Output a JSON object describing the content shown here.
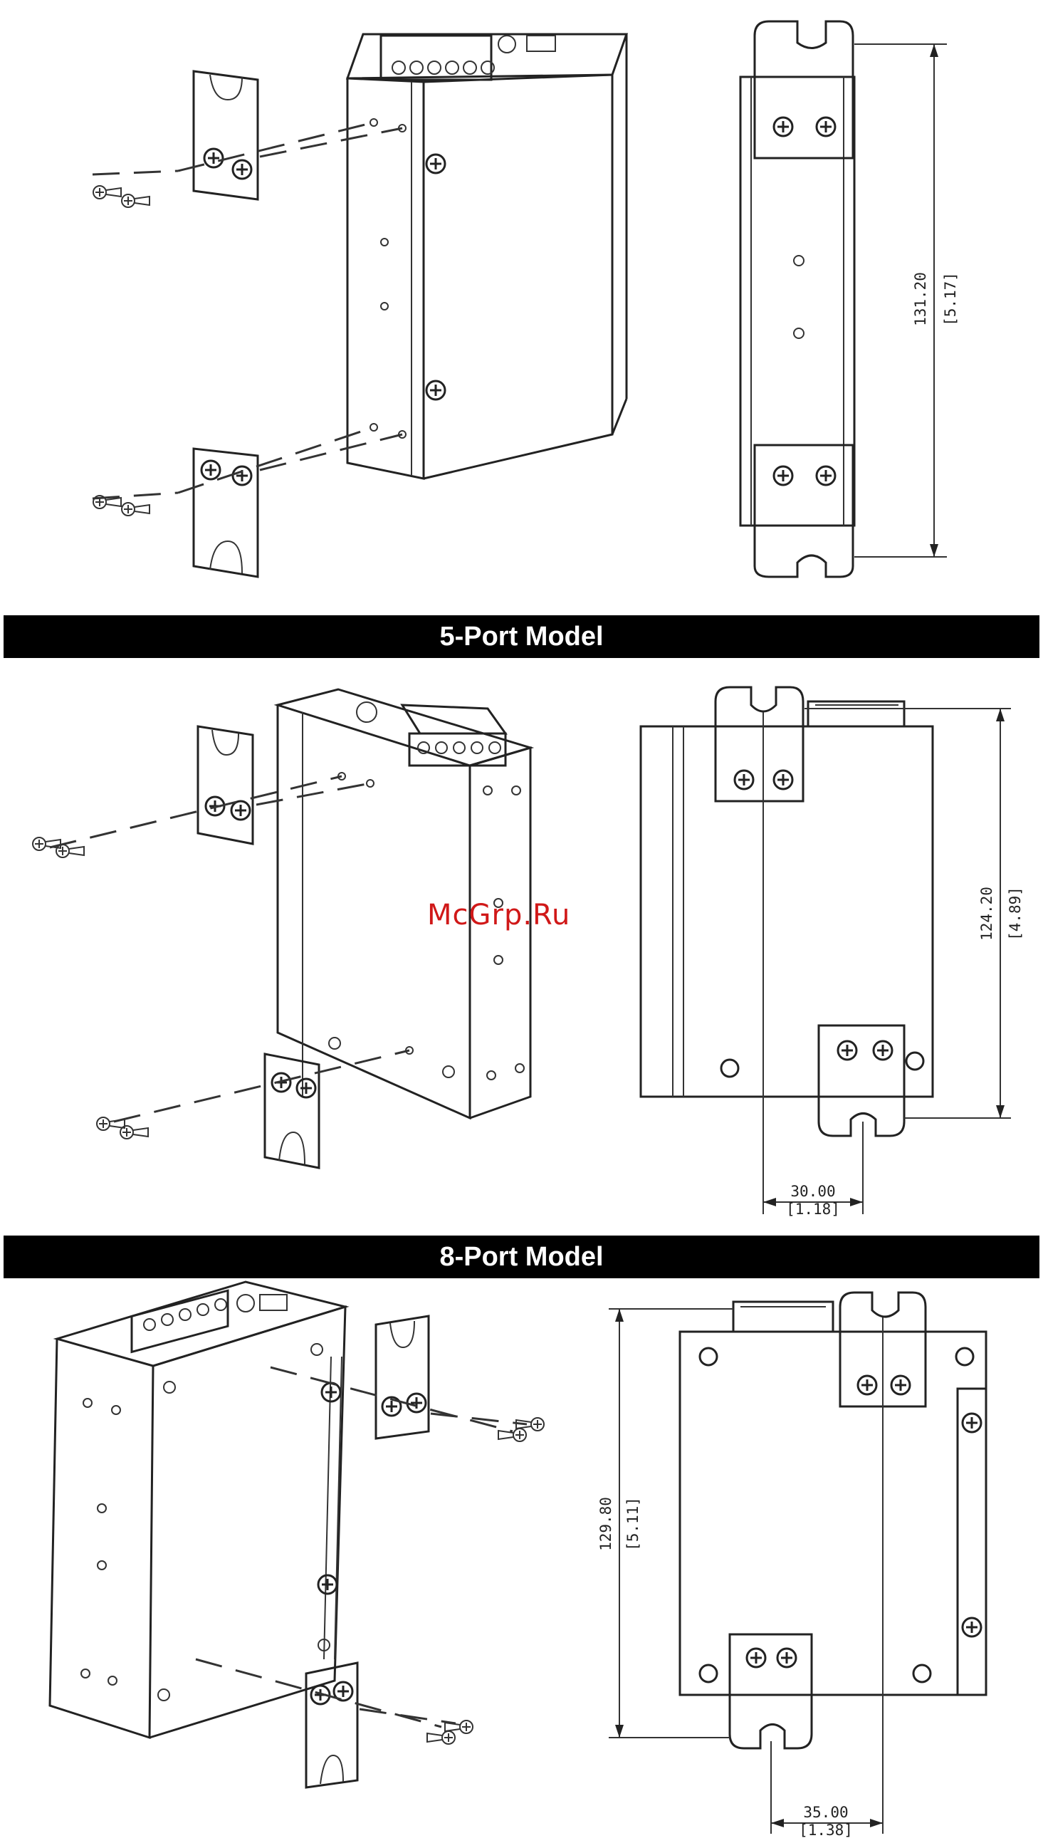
{
  "sections": [
    {
      "id": "top",
      "dim_label": "131.20",
      "dim_sub": "[5.17]"
    },
    {
      "id": "five-port",
      "banner": "5-Port Model",
      "dim_v_label": "124.20",
      "dim_v_sub": "[4.89]",
      "dim_h_label": "30.00",
      "dim_h_sub": "[1.18]"
    },
    {
      "id": "eight-port",
      "banner": "8-Port Model",
      "dim_v_label": "129.80",
      "dim_v_sub": "[5.11]",
      "dim_h_label": "35.00",
      "dim_h_sub": "[1.38]"
    }
  ],
  "watermark": "McGrp.Ru"
}
